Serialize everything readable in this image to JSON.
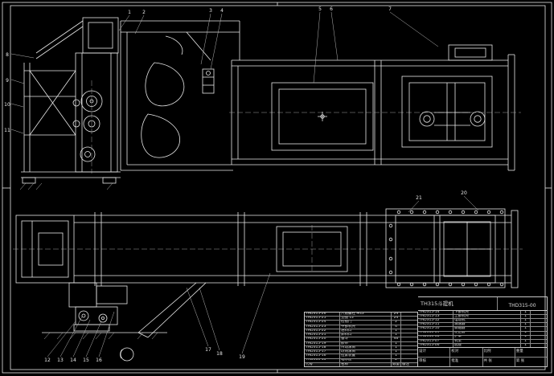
{
  "colors": {
    "background": "#000000",
    "line": "#e8e8e8"
  },
  "title_block": {
    "product": "TH315斗提机",
    "number": "THD315-00"
  },
  "parts_table": {
    "columns": [
      "代号",
      "名称",
      "数量",
      "备注"
    ],
    "left_rows": [
      [
        "THD315-26",
        "六角螺栓 M12",
        "24",
        ""
      ],
      [
        "THD315-25",
        "垫圈 12",
        "24",
        ""
      ],
      [
        "THD315-24",
        "检视门",
        "2",
        ""
      ],
      [
        "THD315-23",
        "中部机壳",
        "4",
        ""
      ],
      [
        "THD315-22",
        "进料口",
        "1",
        ""
      ],
      [
        "THD315-21",
        "卸料口",
        "1",
        ""
      ],
      [
        "THD315-20",
        "畚斗",
        "46",
        ""
      ],
      [
        "THD315-19",
        "胶带",
        "1",
        ""
      ],
      [
        "THD315-18",
        "传动滚筒",
        "1",
        ""
      ],
      [
        "THD315-17",
        "改向滚筒",
        "1",
        ""
      ],
      [
        "THD315-16",
        "拉紧装置",
        "1",
        ""
      ],
      [
        "THD315-15",
        "轴承座",
        "2",
        ""
      ]
    ],
    "right_rows": [
      [
        "THD315-14",
        "下部机壳",
        "1",
        ""
      ],
      [
        "THD315-13",
        "上部机壳",
        "1",
        ""
      ],
      [
        "THD315-12",
        "电动机",
        "1",
        ""
      ],
      [
        "THD315-11",
        "减速器",
        "1",
        ""
      ],
      [
        "THD315-10",
        "联轴器",
        "1",
        ""
      ],
      [
        "THD315-09",
        "逆止器",
        "1",
        ""
      ],
      [
        "THD315-08",
        "护罩",
        "1",
        ""
      ],
      [
        "THD315-07",
        "机架",
        "1",
        ""
      ],
      [
        "THD315-06",
        "底座",
        "1",
        ""
      ]
    ],
    "footer_rows": [
      [
        "设计",
        "校对",
        "比例",
        "重量"
      ],
      [
        "审核",
        "批准",
        "共 张",
        "第 张"
      ]
    ]
  },
  "callouts": [
    "1",
    "2",
    "3",
    "4",
    "5",
    "6",
    "7",
    "8",
    "9",
    "10",
    "11",
    "12",
    "13",
    "14",
    "15",
    "16",
    "17",
    "18",
    "19",
    "20",
    "21"
  ]
}
